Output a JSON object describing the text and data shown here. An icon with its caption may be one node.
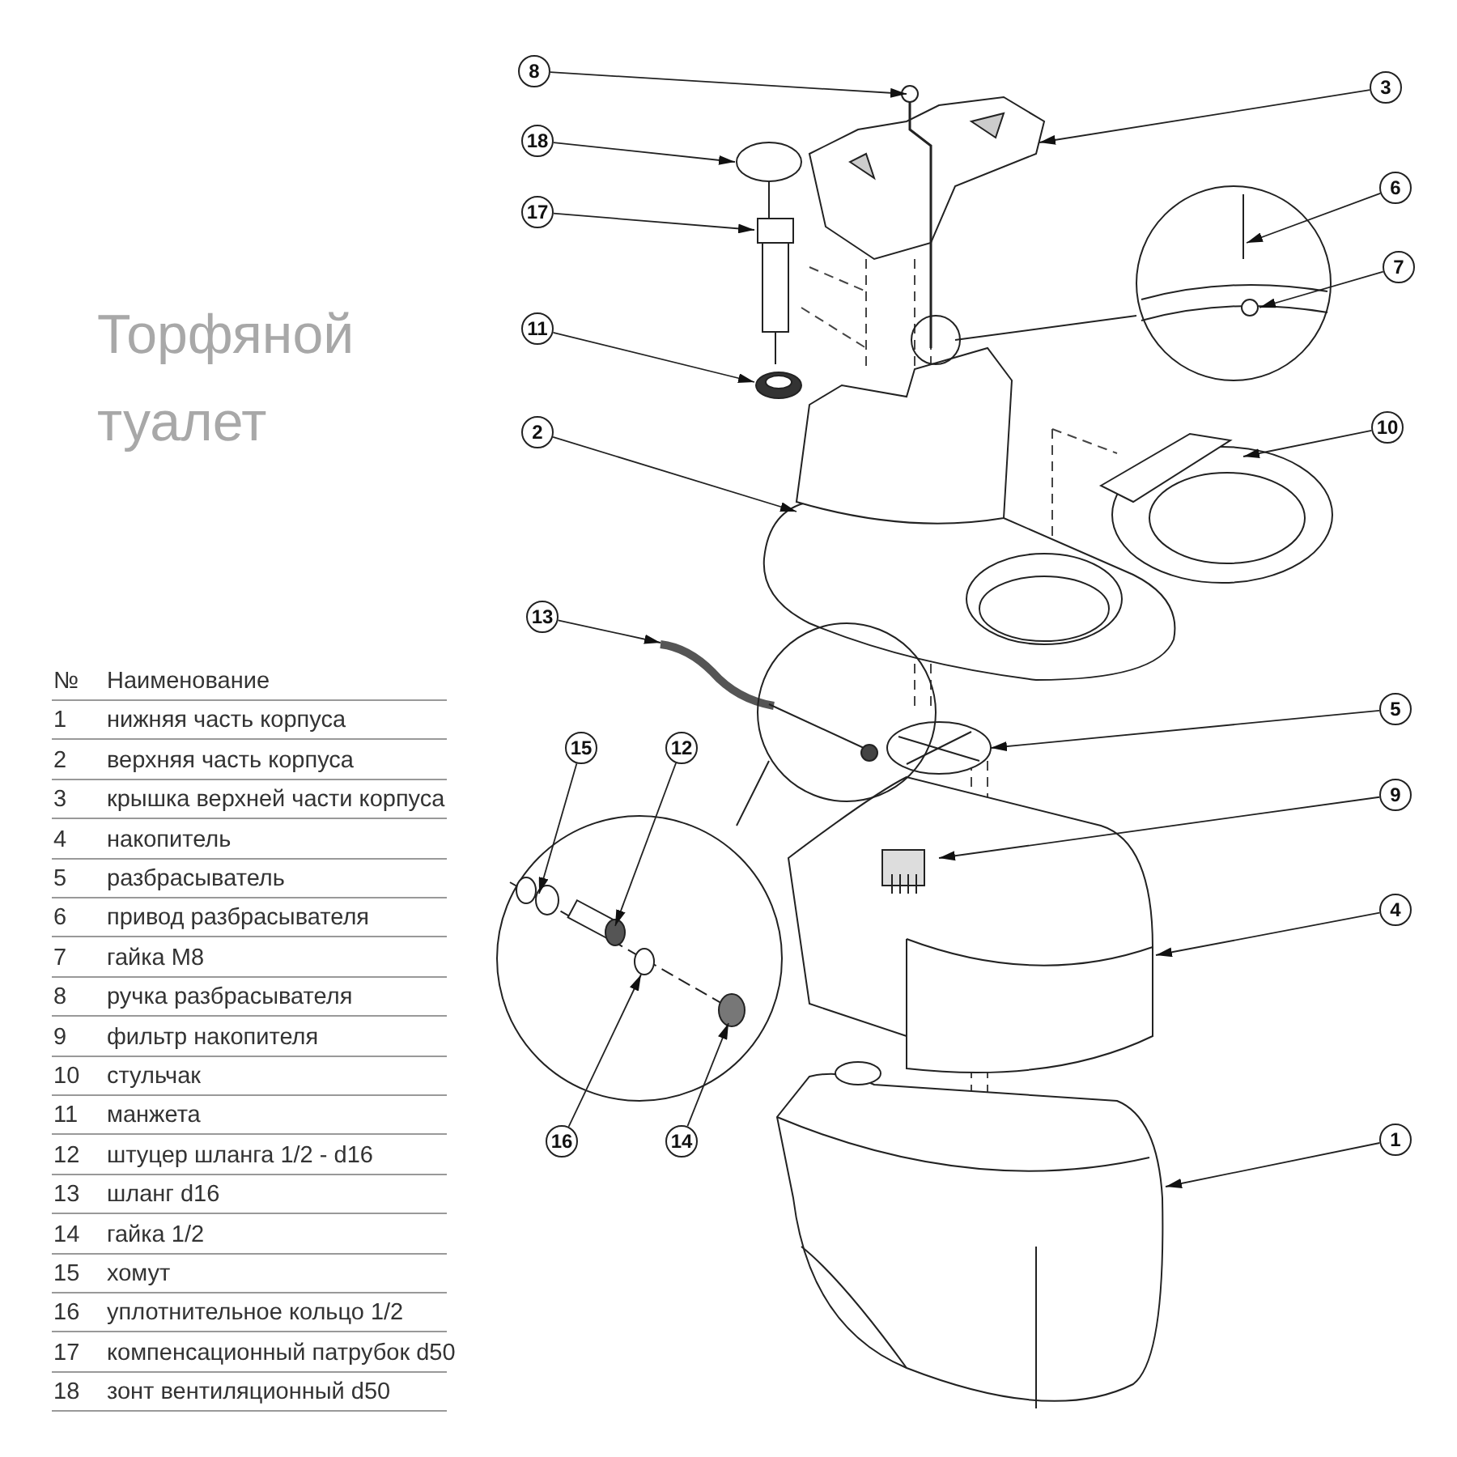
{
  "diagram": {
    "title": "Торфяной туалет",
    "nodes": [
      {
        "text": [
          "8"
        ]
      },
      {
        "text": [
          "3"
        ]
      },
      {
        "text": [
          "18"
        ]
      },
      {
        "text": [
          "6"
        ]
      },
      {
        "text": [
          "17"
        ]
      },
      {
        "text": [
          "7"
        ]
      },
      {
        "text": [
          "11"
        ]
      },
      {
        "text": [
          "2"
        ]
      },
      {
        "text": [
          "10"
        ]
      },
      {
        "text": [
          "13"
        ]
      },
      {
        "text": [
          "5"
        ]
      },
      {
        "text": [
          "15"
        ]
      },
      {
        "text": [
          "12"
        ]
      },
      {
        "text": [
          "9"
        ]
      },
      {
        "text": [
          "4"
        ]
      },
      {
        "text": [
          "16"
        ]
      },
      {
        "text": [
          "14"
        ]
      },
      {
        "text": [
          "1"
        ]
      }
    ],
    "edges": [
      {
        "from": 0,
        "to": null,
        "arrow": "to"
      },
      {
        "from": 1,
        "to": null,
        "arrow": "to"
      },
      {
        "from": 2,
        "to": null,
        "arrow": "to"
      },
      {
        "from": 3,
        "to": null,
        "arrow": "to"
      },
      {
        "from": 4,
        "to": null,
        "arrow": "to"
      },
      {
        "from": 5,
        "to": null,
        "arrow": "to"
      },
      {
        "from": 6,
        "to": null,
        "arrow": "to"
      },
      {
        "from": 7,
        "to": null,
        "arrow": "to"
      },
      {
        "from": 8,
        "to": null,
        "arrow": "to"
      },
      {
        "from": 9,
        "to": null,
        "arrow": "to"
      },
      {
        "from": 10,
        "to": null,
        "arrow": "to"
      },
      {
        "from": 11,
        "to": null,
        "arrow": "to"
      },
      {
        "from": 12,
        "to": null,
        "arrow": "to"
      },
      {
        "from": 13,
        "to": null,
        "arrow": "to"
      },
      {
        "from": 14,
        "to": null,
        "arrow": "to"
      },
      {
        "from": 15,
        "to": null,
        "arrow": "to"
      },
      {
        "from": 16,
        "to": null,
        "arrow": "to"
      },
      {
        "from": 17,
        "to": null,
        "arrow": "to"
      }
    ],
    "labels": [
      "№",
      "Наименование",
      "1",
      "нижняя часть корпуса",
      "2",
      "верхняя часть корпуса",
      "3",
      "крышка верхней части корпуса",
      "4",
      "накопитель",
      "5",
      "разбрасыватель",
      "6",
      "привод разбрасывателя",
      "7",
      "гайка М8",
      "8",
      "ручка разбрасывателя",
      "9",
      "фильтр накопителя",
      "10",
      "стульчак",
      "11",
      "манжета",
      "12",
      "штуцер шланга 1/2 - d16",
      "13",
      "шланг d16",
      "14",
      "гайка 1/2",
      "15",
      "хомут",
      "16",
      "уплотнительное кольцо 1/2",
      "17",
      "компенсационный патрубок d50",
      "18",
      "зонт вентиляционный d50"
    ]
  }
}
